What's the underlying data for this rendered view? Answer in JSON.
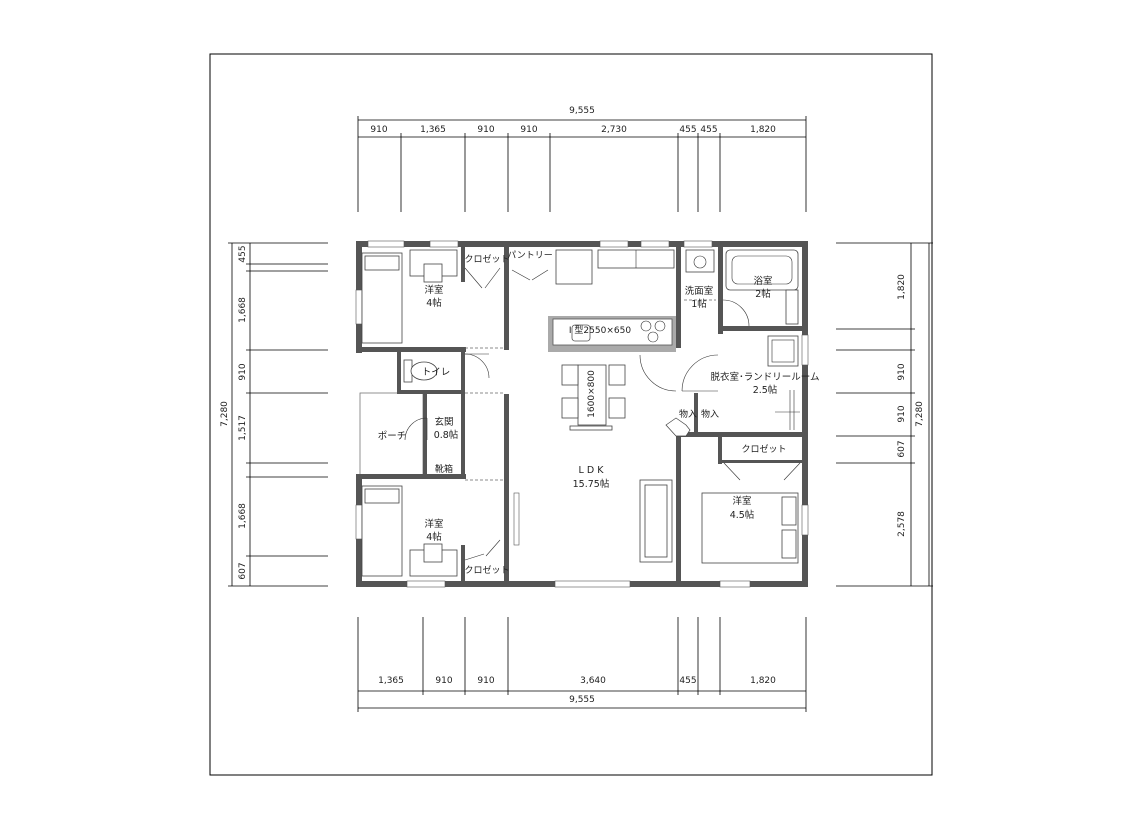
{
  "dimensions": {
    "top_total": "9,555",
    "top_segments": [
      "910",
      "1,365",
      "910",
      "910",
      "2,730",
      "455",
      "455",
      "1,820"
    ],
    "bottom_total": "9,555",
    "bottom_segments": [
      "1,365",
      "910",
      "910",
      "3,640",
      "455",
      "1,820"
    ],
    "left_total": "7,280",
    "left_segments": [
      "455",
      "1,668",
      "910",
      "1,517",
      "1,668",
      "607"
    ],
    "right_total": "7,280",
    "right_segments": [
      "1,820",
      "910",
      "910",
      "607",
      "2,578"
    ]
  },
  "rooms": {
    "yoshitsu_top_name": "洋室",
    "yoshitsu_top_size": "4帖",
    "closet_top": "クロゼット",
    "pantry": "パントリー",
    "kitchen": "I 型2550×650",
    "table": "1600×800",
    "senmen_name": "洗面室",
    "senmen_size": "1帖",
    "yokushitsu_name": "浴室",
    "yokushitsu_size": "2帖",
    "datsui_name": "脱衣室･ランドリールーム",
    "datsui_size": "2.5帖",
    "monoire_1": "物入",
    "monoire_2": "物入",
    "toilet": "トイレ",
    "genkan_name": "玄関",
    "genkan_size": "0.8帖",
    "porch": "ポーチ",
    "kutsubako": "靴箱",
    "ldk_name": "L D K",
    "ldk_size": "15.75帖",
    "closet_right": "クロゼット",
    "yoshitsu_right_name": "洋室",
    "yoshitsu_right_size": "4.5帖",
    "yoshitsu_bottom_name": "洋室",
    "yoshitsu_bottom_size": "4帖",
    "closet_bottom": "クロゼット"
  }
}
